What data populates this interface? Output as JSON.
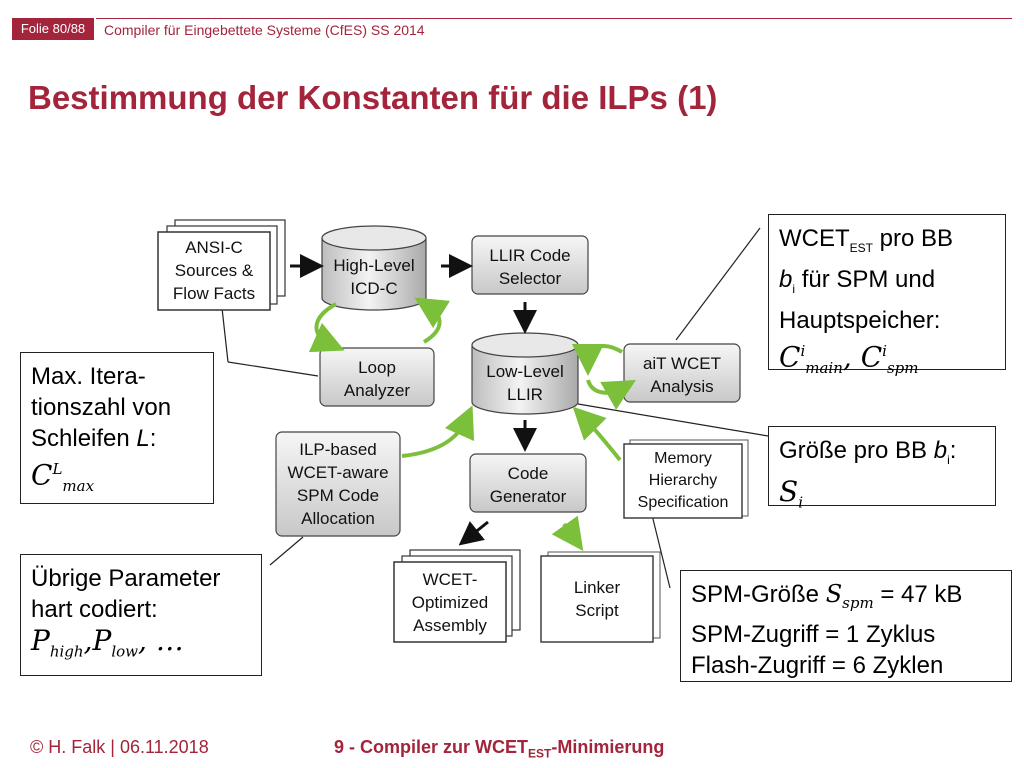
{
  "header": {
    "slide_number": "Folie 80/88",
    "course": "Compiler für Eingebettete Systeme (CfES) SS 2014",
    "title": "Bestimmung der Konstanten für die ILPs (1)"
  },
  "diagram": {
    "ansi_c": [
      "ANSI-C",
      "Sources &",
      "Flow Facts"
    ],
    "high_level": [
      "High-Level",
      "ICD-C"
    ],
    "llir_selector": [
      "LLIR Code",
      "Selector"
    ],
    "loop_analyzer": [
      "Loop",
      "Analyzer"
    ],
    "low_level": [
      "Low-Level",
      "LLIR"
    ],
    "ait": [
      "aiT WCET",
      "Analysis"
    ],
    "ilp_alloc": [
      "ILP-based",
      "WCET-aware",
      "SPM Code",
      "Allocation"
    ],
    "code_gen": [
      "Code",
      "Generator"
    ],
    "memory": [
      "Memory",
      "Hierarchy",
      "Specification"
    ],
    "wcet_asm": [
      "WCET-",
      "Optimized",
      "Assembly"
    ],
    "linker": [
      "Linker",
      "Script"
    ]
  },
  "boxes": {
    "wcet": {
      "line1_main": "WCET",
      "line1_sub": "EST",
      "line1_rest": " pro BB",
      "line2_b": "b",
      "line2_sub": "i",
      "line2_rest": " für SPM und",
      "line3": "Hauptspeicher:",
      "formula_c1": "C",
      "formula_c1_sup": "i",
      "formula_c1_sub": "main",
      "formula_sep": ", ",
      "formula_c2": "C",
      "formula_c2_sup": "i",
      "formula_c2_sub": "spm"
    },
    "max_iter": {
      "line1": "Max. Itera-",
      "line2": "tionszahl von",
      "line3": "Schleifen ",
      "line3_l": "L",
      "line3_colon": ":",
      "formula_c": "C",
      "formula_sup": "L",
      "formula_sub": "max"
    },
    "size": {
      "line1": "Größe pro BB ",
      "line1_b": "b",
      "line1_sub": "i",
      "line1_colon": ":",
      "formula_s": "S",
      "formula_sub": "i"
    },
    "other": {
      "line1": "Übrige Parameter",
      "line2": "hart codiert:",
      "formula_p1": "P",
      "formula_p1_sub": "high",
      "formula_sep": ",",
      "formula_p2": "P",
      "formula_p2_sub": "low",
      "formula_tail": ", …"
    },
    "spm": {
      "line1": "SPM-Größe ",
      "line1_s": "S",
      "line1_sub": "spm",
      "line1_rest": " = 47 kB",
      "line2": "SPM-Zugriff = 1 Zyklus",
      "line3": "Flash-Zugriff = 6 Zyklen"
    }
  },
  "footer": {
    "author": "© H. Falk | 06.11.2018",
    "chapter_main": "9 - Compiler zur WCET",
    "chapter_sub": "EST",
    "chapter_rest": "-Minimierung"
  },
  "colors": {
    "brand": "#a3243b",
    "arrow_green": "#7cbf3a",
    "box_gray": "#d9d9d9"
  }
}
